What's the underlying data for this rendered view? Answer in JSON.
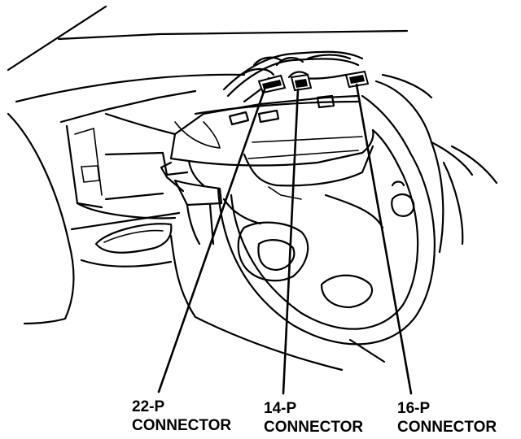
{
  "labels": {
    "connector_22p": {
      "line1": "22-P",
      "line2": "CONNECTOR"
    },
    "connector_14p": {
      "line1": "14-P",
      "line2": "CONNECTOR"
    },
    "connector_16p": {
      "line1": "16-P",
      "line2": "CONNECTOR"
    }
  },
  "colors": {
    "ink": "#000000",
    "paper": "#ffffff"
  }
}
